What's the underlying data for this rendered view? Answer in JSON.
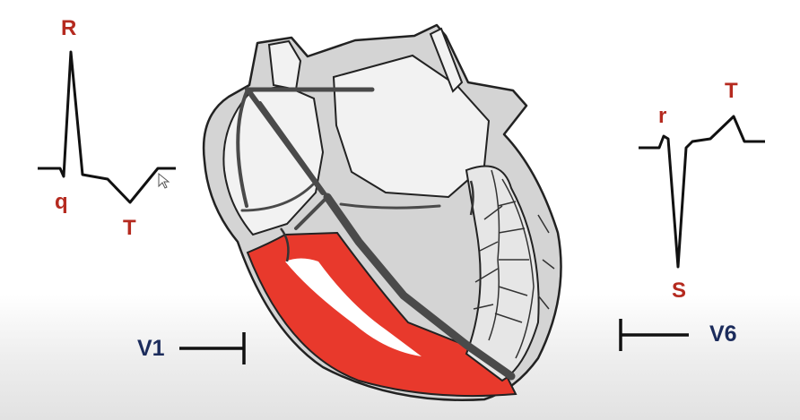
{
  "colors": {
    "wave_red": "#b52a1f",
    "lead_navy": "#1c2c5c",
    "myocardium_red": "#e8392c",
    "conduction_gray": "#4a4a4a"
  },
  "v1_wave": {
    "r": "R",
    "q": "q",
    "t": "T"
  },
  "v6_wave": {
    "r": "r",
    "s": "S",
    "t": "T"
  },
  "leads": {
    "v1": "V1",
    "v6": "V6"
  }
}
